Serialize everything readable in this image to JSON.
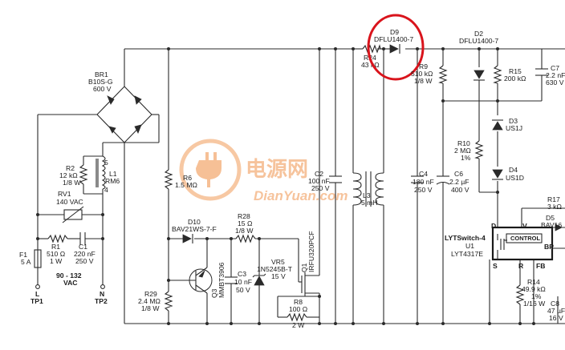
{
  "diagram": {
    "bridge": {
      "ref": "BR1",
      "part": "B10S-G",
      "rating": "600 V"
    },
    "r2": {
      "ref": "R2",
      "value": "12 kΩ",
      "power": "1/8 W"
    },
    "l1": {
      "ref": "L1",
      "part": "RM6",
      "pin_top": "5",
      "pin_bot": "4"
    },
    "rv1": {
      "ref": "RV1",
      "rating": "140 VAC"
    },
    "r1": {
      "ref": "R1",
      "value": "510 Ω",
      "power": "1 W"
    },
    "c1": {
      "ref": "C1",
      "value": "220 nF",
      "voltage": "250 V"
    },
    "f1": {
      "ref": "F1",
      "rating": "5 A"
    },
    "input": {
      "range": "90 - 132",
      "unit": "VAC"
    },
    "tp1": {
      "pin": "L",
      "ref": "TP1"
    },
    "tp2": {
      "pin": "N",
      "ref": "TP2"
    },
    "r6": {
      "ref": "R6",
      "value": "1.5 MΩ"
    },
    "d10": {
      "ref": "D10",
      "part": "BAV21WS-7-F"
    },
    "r28": {
      "ref": "R28",
      "value": "15 Ω",
      "power": "1/8 W"
    },
    "c2": {
      "ref": "C2",
      "value": "100 nF",
      "voltage": "250 V"
    },
    "q3": {
      "ref": "Q3",
      "part": "MMBT3906"
    },
    "c3": {
      "ref": "C3",
      "value": "10 nF",
      "voltage": "50 V"
    },
    "vr5": {
      "ref": "VR5",
      "part": "1N5245B-T",
      "voltage": "15 V"
    },
    "q1": {
      "ref": "Q1",
      "part": "IRFU320PCF"
    },
    "r8": {
      "ref": "R8",
      "value": "100 Ω",
      "power": "2 W"
    },
    "r29": {
      "ref": "R29",
      "value": "2.4 MΩ",
      "power": "1/8 W"
    },
    "d9": {
      "ref": "D9",
      "part": "DFLU1400-7"
    },
    "r24": {
      "ref": "R24",
      "value": "43 kΩ"
    },
    "l3": {
      "ref": "L3",
      "value": "5 mH"
    },
    "r9": {
      "ref": "R9",
      "value": "510 kΩ",
      "power": "1/8 W"
    },
    "c4": {
      "ref": "C4",
      "value": "180 nF",
      "voltage": "250 V"
    },
    "c6": {
      "ref": "C6",
      "value": "2.2 µF",
      "voltage": "400 V"
    },
    "d2": {
      "ref": "D2",
      "part": "DFLU1400-7"
    },
    "r15": {
      "ref": "R15",
      "value": "200 kΩ"
    },
    "c7": {
      "ref": "C7",
      "value": "2.2 nF",
      "voltage": "630 V"
    },
    "d3": {
      "ref": "D3",
      "part": "US1J"
    },
    "r10": {
      "ref": "R10",
      "value": "2 MΩ",
      "tol": "1%"
    },
    "d4": {
      "ref": "D4",
      "part": "US1D"
    },
    "r17": {
      "ref": "R17",
      "value": "3 kΩ"
    },
    "d5": {
      "ref": "D5",
      "part": "BAV16"
    },
    "u1": {
      "family": "LYTSwitch-4",
      "ref": "U1",
      "part": "LYT4317E",
      "block": "CONTROL",
      "pin_d": "D",
      "pin_v": "V",
      "pin_bp": "BP",
      "pin_s": "S",
      "pin_r": "R",
      "pin_fb": "FB"
    },
    "r14": {
      "ref": "R14",
      "value": "49.9 kΩ",
      "tol": "1%",
      "power": "1/16 W"
    },
    "c8": {
      "ref": "C8",
      "value": "47 µF",
      "voltage": "16 V"
    }
  },
  "watermark": {
    "cn": "电源网",
    "en": "DianYuan.com"
  },
  "colors": {
    "highlight": "#d9141c",
    "wire": "#2a2a2a",
    "watermark": "#f4b07c"
  }
}
